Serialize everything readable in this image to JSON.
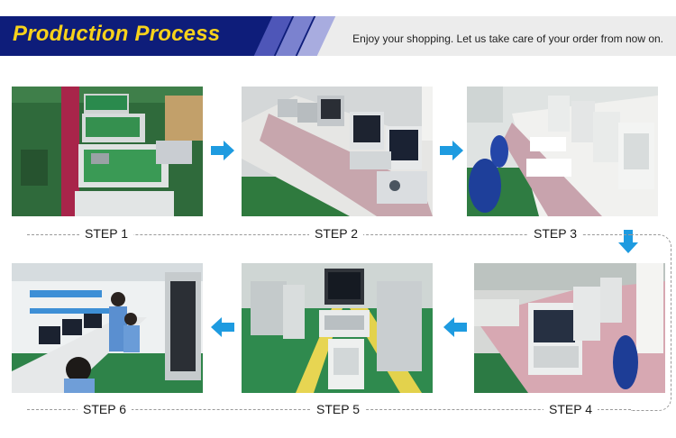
{
  "header": {
    "title": "Production Process",
    "tagline": "Enjoy your shopping. Let us take care of your order from now on."
  },
  "steps": [
    {
      "label": "STEP 1"
    },
    {
      "label": "STEP 2"
    },
    {
      "label": "STEP 3"
    },
    {
      "label": "STEP 4"
    },
    {
      "label": "STEP 5"
    },
    {
      "label": "STEP 6"
    }
  ],
  "colors": {
    "banner": "#0e1d7a",
    "title": "#f7d21b",
    "arrow": "#1e9be0"
  },
  "icons": {
    "flow_arrow": "arrow-icon"
  }
}
